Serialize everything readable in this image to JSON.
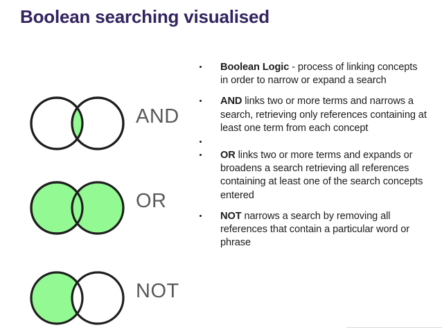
{
  "slide": {
    "title": "Boolean searching visualised",
    "title_color": "#332460",
    "background_color": "#ffffff"
  },
  "colors": {
    "venn_fill_green": "#93f993",
    "venn_stroke": "#1e1e1e",
    "venn_label": "#58595b",
    "body_text": "#1c1c1c"
  },
  "diagrams": [
    {
      "id": "and",
      "label": "AND",
      "description": "two overlapping circles with only the intersection shaded green",
      "left_circle_filled": false,
      "right_circle_filled": false,
      "intersection_filled": true
    },
    {
      "id": "or",
      "label": "OR",
      "description": "two overlapping circles both fully shaded green",
      "left_circle_filled": true,
      "right_circle_filled": true,
      "intersection_filled": true
    },
    {
      "id": "not",
      "label": "NOT",
      "description": "two overlapping circles with only the left circle minus the intersection shaded green",
      "left_circle_filled": true,
      "right_circle_filled": false,
      "intersection_filled": false
    }
  ],
  "bullets": [
    {
      "lead": "Boolean Logic",
      "rest": "  - process of linking concepts in order to narrow or expand  a search"
    },
    {
      "lead": "AND",
      "rest": " links two or more terms and narrows a search, retrieving only references containing at least one term from each concept"
    },
    {
      "lead": "",
      "rest": ""
    },
    {
      "lead": "OR",
      "rest": " links two or more terms and expands or broadens a search retrieving all references containing at least one of the search concepts entered"
    },
    {
      "lead": "NOT",
      "rest": " narrows a search by removing all references that contain a particular word or phrase"
    }
  ]
}
